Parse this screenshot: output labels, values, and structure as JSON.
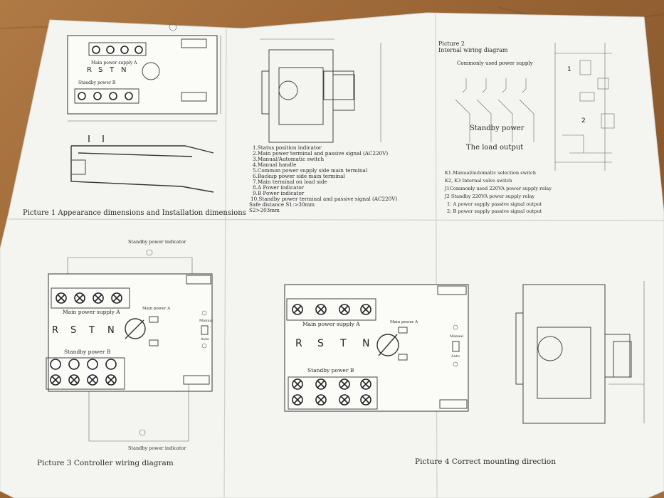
{
  "picture1": {
    "caption": "Picture 1 Appearance dimensions and Installation dimensions",
    "main_power": "Main power supply A",
    "standby_power": "Standby power B",
    "phases": [
      "R",
      "S",
      "T",
      "N"
    ]
  },
  "legend_list": {
    "items": [
      "1.Status position indicator",
      "2.Main power terminal and passive signal (AC220V)",
      "3.Manual/Automatic switch",
      "4.Manual handle",
      "5.Common power supply side main terminal",
      "6.Backup power side main terminal",
      "7.Main terminal on load side",
      "8.A Power indicator",
      "9.B Power indicator",
      "10.Standby power terminal and passive signal (AC220V)"
    ],
    "safe_distance": "Safe distance S1:>30mm",
    "safe_distance2": "S2>203mm"
  },
  "picture2": {
    "title_line1": "Picture 2",
    "title_line2": "Internal wiring diagram",
    "commonly_used": "Commonly used power supply",
    "standby": "Standby power",
    "load_output": "The load output",
    "notes": [
      "K1.Manual/automatic selection switch",
      "K2, K3 Internal valve switch",
      "J1Commonly used 220VA power supply relay",
      "J2 Standby 220VA power supply relay",
      "1: A power supply passive signal output",
      "2: B power supply passive signal output"
    ],
    "labels": [
      "1",
      "2"
    ]
  },
  "picture3": {
    "caption": "Picture 3 Controller wiring diagram",
    "standby_indicator_top": "Standby power indicator",
    "standby_indicator_bottom": "Standby power indicator",
    "main_power": "Main power supply A",
    "standby_power": "Standby power B",
    "main_power_a": "Main power A",
    "manual": "Manual",
    "auto": "Auto",
    "phases": [
      "R",
      "S",
      "T",
      "N"
    ]
  },
  "picture4": {
    "caption": "Picture 4 Correct mounting direction",
    "main_power": "Main power supply A",
    "standby_power": "Standby power B",
    "main_power_a": "Main power A",
    "manual": "Manual",
    "auto": "Auto",
    "phases": [
      "R",
      "S",
      "T",
      "N"
    ]
  }
}
